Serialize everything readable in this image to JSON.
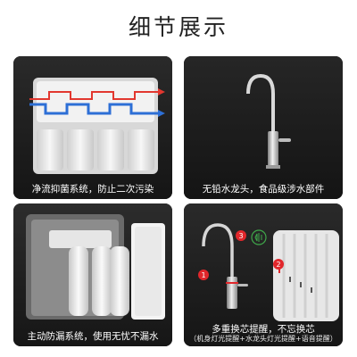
{
  "page": {
    "title": "细节展示"
  },
  "panels": [
    {
      "caption": "净流抑菌系统，防止二次污染"
    },
    {
      "caption": "无铅水龙头，食品级涉水部件"
    },
    {
      "caption": "主动防漏系统，使用无忧不漏水"
    },
    {
      "caption": "多重换芯提醒，不忘换芯",
      "subcaption": "（机身灯光提醒+水龙头灯光提醒+语音提醒）",
      "markers": [
        "1",
        "2",
        "3"
      ]
    }
  ],
  "colors": {
    "panel_bg": "#1d1d1d",
    "pipe_red": "#e2372f",
    "pipe_blue": "#2d6fd6",
    "marker_red": "#e1262b",
    "voice_green": "#3fa84a"
  }
}
